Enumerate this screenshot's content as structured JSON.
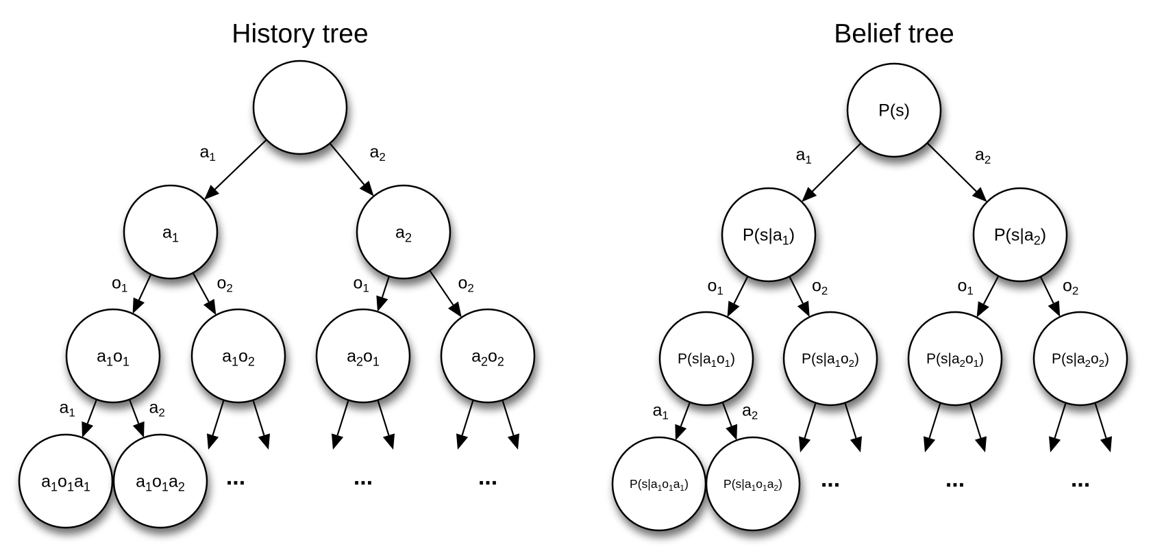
{
  "trees": [
    {
      "id": "history",
      "title": "History tree",
      "nodes": [
        {
          "id": "h_root",
          "label": []
        },
        {
          "id": "h_a1",
          "label": [
            [
              "a",
              ""
            ],
            [
              "1",
              "sub"
            ]
          ]
        },
        {
          "id": "h_a2",
          "label": [
            [
              "a",
              ""
            ],
            [
              "2",
              "sub"
            ]
          ]
        },
        {
          "id": "h_a1o1",
          "label": [
            [
              "a",
              ""
            ],
            [
              "1",
              "sub"
            ],
            [
              "o",
              ""
            ],
            [
              "1",
              "sub"
            ]
          ]
        },
        {
          "id": "h_a1o2",
          "label": [
            [
              "a",
              ""
            ],
            [
              "1",
              "sub"
            ],
            [
              "o",
              ""
            ],
            [
              "2",
              "sub"
            ]
          ]
        },
        {
          "id": "h_a2o1",
          "label": [
            [
              "a",
              ""
            ],
            [
              "2",
              "sub"
            ],
            [
              "o",
              ""
            ],
            [
              "1",
              "sub"
            ]
          ]
        },
        {
          "id": "h_a2o2",
          "label": [
            [
              "a",
              ""
            ],
            [
              "2",
              "sub"
            ],
            [
              "o",
              ""
            ],
            [
              "2",
              "sub"
            ]
          ]
        },
        {
          "id": "h_a1o1a1",
          "label": [
            [
              "a",
              ""
            ],
            [
              "1",
              "sub"
            ],
            [
              "o",
              ""
            ],
            [
              "1",
              "sub"
            ],
            [
              "a",
              ""
            ],
            [
              "1",
              "sub"
            ]
          ]
        },
        {
          "id": "h_a1o1a2",
          "label": [
            [
              "a",
              ""
            ],
            [
              "1",
              "sub"
            ],
            [
              "o",
              ""
            ],
            [
              "1",
              "sub"
            ],
            [
              "a",
              ""
            ],
            [
              "2",
              "sub"
            ]
          ]
        }
      ],
      "edges": [
        {
          "from": "h_root",
          "to": "h_a1",
          "label": [
            [
              "a",
              ""
            ],
            [
              "1",
              "sub"
            ]
          ]
        },
        {
          "from": "h_root",
          "to": "h_a2",
          "label": [
            [
              "a",
              ""
            ],
            [
              "2",
              "sub"
            ]
          ]
        },
        {
          "from": "h_a1",
          "to": "h_a1o1",
          "label": [
            [
              "o",
              ""
            ],
            [
              "1",
              "sub"
            ]
          ]
        },
        {
          "from": "h_a1",
          "to": "h_a1o2",
          "label": [
            [
              "o",
              ""
            ],
            [
              "2",
              "sub"
            ]
          ]
        },
        {
          "from": "h_a2",
          "to": "h_a2o1",
          "label": [
            [
              "o",
              ""
            ],
            [
              "1",
              "sub"
            ]
          ]
        },
        {
          "from": "h_a2",
          "to": "h_a2o2",
          "label": [
            [
              "o",
              ""
            ],
            [
              "2",
              "sub"
            ]
          ]
        },
        {
          "from": "h_a1o1",
          "to": "h_a1o1a1",
          "label": [
            [
              "a",
              ""
            ],
            [
              "1",
              "sub"
            ]
          ]
        },
        {
          "from": "h_a1o1",
          "to": "h_a1o1a2",
          "label": [
            [
              "a",
              ""
            ],
            [
              "2",
              "sub"
            ]
          ]
        },
        {
          "from": "h_a1o2",
          "to": "stub",
          "label": []
        },
        {
          "from": "h_a1o2",
          "to": "stub",
          "label": []
        },
        {
          "from": "h_a2o1",
          "to": "stub",
          "label": []
        },
        {
          "from": "h_a2o1",
          "to": "stub",
          "label": []
        },
        {
          "from": "h_a2o2",
          "to": "stub",
          "label": []
        },
        {
          "from": "h_a2o2",
          "to": "stub",
          "label": []
        }
      ],
      "continuation": [
        "...",
        "...",
        "..."
      ]
    },
    {
      "id": "belief",
      "title": "Belief tree",
      "nodes": [
        {
          "id": "b_root",
          "label": [
            [
              "P(s)",
              ""
            ]
          ]
        },
        {
          "id": "b_a1",
          "label": [
            [
              "P(s|a",
              ""
            ],
            [
              "1",
              "sub"
            ],
            [
              ")",
              ""
            ]
          ]
        },
        {
          "id": "b_a2",
          "label": [
            [
              "P(s|a",
              ""
            ],
            [
              "2",
              "sub"
            ],
            [
              ")",
              ""
            ]
          ]
        },
        {
          "id": "b_a1o1",
          "label": [
            [
              "P(s|a",
              ""
            ],
            [
              "1",
              "sub"
            ],
            [
              "o",
              ""
            ],
            [
              "1",
              "sub"
            ],
            [
              ")",
              ""
            ]
          ]
        },
        {
          "id": "b_a1o2",
          "label": [
            [
              "P(s|a",
              ""
            ],
            [
              "1",
              "sub"
            ],
            [
              "o",
              ""
            ],
            [
              "2",
              "sub"
            ],
            [
              ")",
              ""
            ]
          ]
        },
        {
          "id": "b_a2o1",
          "label": [
            [
              "P(s|a",
              ""
            ],
            [
              "2",
              "sub"
            ],
            [
              "o",
              ""
            ],
            [
              "1",
              "sub"
            ],
            [
              ")",
              ""
            ]
          ]
        },
        {
          "id": "b_a2o2",
          "label": [
            [
              "P(s|a",
              ""
            ],
            [
              "2",
              "sub"
            ],
            [
              "o",
              ""
            ],
            [
              "2",
              "sub"
            ],
            [
              ")",
              ""
            ]
          ]
        },
        {
          "id": "b_a1o1a1",
          "label": [
            [
              "P(s|a",
              ""
            ],
            [
              "1",
              "sub"
            ],
            [
              "o",
              ""
            ],
            [
              "1",
              "sub"
            ],
            [
              "a",
              ""
            ],
            [
              "1",
              "sub"
            ],
            [
              ")",
              ""
            ]
          ]
        },
        {
          "id": "b_a1o1a2",
          "label": [
            [
              "P(s|a",
              ""
            ],
            [
              "1",
              "sub"
            ],
            [
              "o",
              ""
            ],
            [
              "1",
              "sub"
            ],
            [
              "a",
              ""
            ],
            [
              "2",
              "sub"
            ],
            [
              ")",
              ""
            ]
          ]
        }
      ],
      "edges": [
        {
          "from": "b_root",
          "to": "b_a1",
          "label": [
            [
              "a",
              ""
            ],
            [
              "1",
              "sub"
            ]
          ]
        },
        {
          "from": "b_root",
          "to": "b_a2",
          "label": [
            [
              "a",
              ""
            ],
            [
              "2",
              "sub"
            ]
          ]
        },
        {
          "from": "b_a1",
          "to": "b_a1o1",
          "label": [
            [
              "o",
              ""
            ],
            [
              "1",
              "sub"
            ]
          ]
        },
        {
          "from": "b_a1",
          "to": "b_a1o2",
          "label": [
            [
              "o",
              ""
            ],
            [
              "2",
              "sub"
            ]
          ]
        },
        {
          "from": "b_a2",
          "to": "b_a2o1",
          "label": [
            [
              "o",
              ""
            ],
            [
              "1",
              "sub"
            ]
          ]
        },
        {
          "from": "b_a2",
          "to": "b_a2o2",
          "label": [
            [
              "o",
              ""
            ],
            [
              "2",
              "sub"
            ]
          ]
        },
        {
          "from": "b_a1o1",
          "to": "b_a1o1a1",
          "label": [
            [
              "a",
              ""
            ],
            [
              "1",
              "sub"
            ]
          ]
        },
        {
          "from": "b_a1o1",
          "to": "b_a1o1a2",
          "label": [
            [
              "a",
              ""
            ],
            [
              "2",
              "sub"
            ]
          ]
        },
        {
          "from": "b_a1o2",
          "to": "stub",
          "label": []
        },
        {
          "from": "b_a1o2",
          "to": "stub",
          "label": []
        },
        {
          "from": "b_a2o1",
          "to": "stub",
          "label": []
        },
        {
          "from": "b_a2o1",
          "to": "stub",
          "label": []
        },
        {
          "from": "b_a2o2",
          "to": "stub",
          "label": []
        },
        {
          "from": "b_a2o2",
          "to": "stub",
          "label": []
        }
      ],
      "continuation": [
        "...",
        "...",
        "..."
      ]
    }
  ]
}
